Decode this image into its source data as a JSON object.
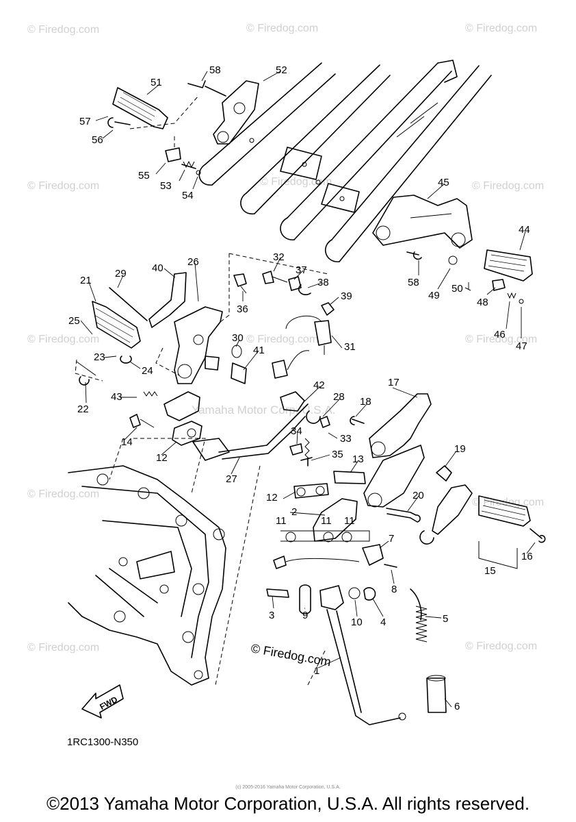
{
  "watermarks": [
    "© Firedog.com",
    "© Firedog.com",
    "© Firedog.com",
    "© Firedog.com",
    "© Firedog.com",
    "© Firedog.com",
    "© Firedog.com",
    "© Firedog.com",
    "© Firedog.com",
    "© Firedog.com",
    "© Firedog.com",
    "© Firedog.com",
    "© Firedog.com"
  ],
  "center_watermark": "© Firedog.com",
  "faint_watermark": "Yamaha Motor Corp. U.S.A.",
  "diagram_code": "1RC1300-N350",
  "fwd_label": "FWD",
  "tiny_notice": "(c) 2005-2016 Yamaha Motor Corporation, U.S.A.",
  "copyright": "©2013 Yamaha Motor Corporation, U.S.A. All rights reserved.",
  "part_numbers": [
    "1",
    "2",
    "3",
    "4",
    "5",
    "6",
    "7",
    "8",
    "9",
    "10",
    "11",
    "11",
    "11",
    "12",
    "12",
    "13",
    "14",
    "15",
    "16",
    "17",
    "18",
    "19",
    "20",
    "21",
    "22",
    "23",
    "24",
    "25",
    "26",
    "27",
    "28",
    "29",
    "30",
    "31",
    "32",
    "33",
    "34",
    "35",
    "36",
    "37",
    "38",
    "39",
    "40",
    "41",
    "42",
    "43",
    "44",
    "45",
    "46",
    "47",
    "48",
    "49",
    "50",
    "51",
    "52",
    "53",
    "54",
    "55",
    "56",
    "57",
    "58",
    "58"
  ]
}
